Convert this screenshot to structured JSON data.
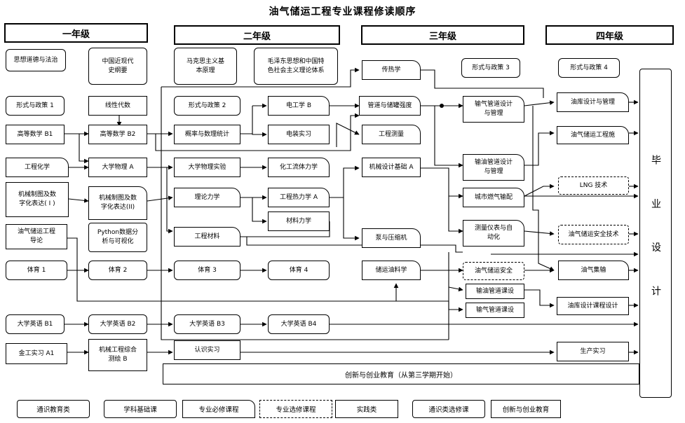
{
  "title": "油气储运工程专业课程修读顺序",
  "years": [
    "一年级",
    "二年级",
    "三年级",
    "四年级"
  ],
  "courses": {
    "y1_law": "思想道德与法治",
    "y1_history": "中国近现代\n史纲要",
    "y1_policy1": "形式与政策 1",
    "y1_linalg": "线性代数",
    "y1_math_b1": "高等数学 B1",
    "y1_math_b2": "高等数学 B2",
    "y1_chem": "工程化学",
    "y1_physics_a": "大学物理 A",
    "y1_draw1": "机械制图及数\n字化表达( I )",
    "y1_draw2": "机械制图及数\n字化表达(II)",
    "y1_intro": "油气储运工程\n导论",
    "y1_python": "Python数据分\n析与可视化",
    "y1_pe1": "体育 1",
    "y1_pe2": "体育 2",
    "y1_eng_b1": "大学英语 B1",
    "y1_eng_b2": "大学英语 B2",
    "y1_metal_a1": "金工实习 A1",
    "y1_mech_b": "机械工程综合\n测绘 B",
    "y2_marx": "马克思主义基\n本原理",
    "y2_mao": "毛泽东思想和中国特\n色社会主义理论体系",
    "y2_policy2": "形式与政策 2",
    "y2_prob": "概率与数理统计",
    "y2_phys_lab": "大学物理实验",
    "y2_theo_mech": "理论力学",
    "y2_eng_mat": "工程材料",
    "y2_pe3": "体育 3",
    "y2_pe4": "体育 4",
    "y2_elec_b": "电工学 B",
    "y2_elec_prac": "电装实习",
    "y2_fluid": "化工流体力学",
    "y2_thermo_a": "工程热力学 A",
    "y2_mat_mech": "材料力学",
    "y2_eng_b3": "大学英语 B3",
    "y2_eng_b4": "大学英语 B4",
    "y2_cognition": "认识实习",
    "y3_heat": "传热学",
    "y3_policy3": "形式与政策 3",
    "y3_pipe_strength": "管道与储罐强度",
    "y3_survey": "工程测量",
    "y3_mech_design": "机械设计基础 A",
    "y3_pump": "泵与压缩机",
    "y3_oil_storage": "储运油料学",
    "y3_gas_pipe": "输气管道设计\n与管理",
    "y3_oil_pipe": "输油管道设计\n与管理",
    "y3_city_gas": "城市燃气输配",
    "y3_instrument": "测量仪表与自\n动化",
    "y3_safety": "油气储运安全",
    "y3_oil_course": "输油管道课设",
    "y3_gas_course": "输气管道课设",
    "y4_policy4": "形式与政策 4",
    "y4_depot": "油库设计与管理",
    "y4_construct": "油气储运工程施",
    "y4_lng": "LNG 技术",
    "y4_safety_tech": "油气储运安全技术",
    "y4_gather": "油气集输",
    "y4_depot_course": "油库设计课程设计",
    "y4_production": "生产实习"
  },
  "thesis": "毕 业 设 计",
  "innovation": "创新与创业教育（从第三学期开始）",
  "legend": [
    "通识教育类",
    "学科基础课",
    "专业必修课程",
    "专业选修课程",
    "实践类",
    "通识类选修课",
    "创新与创业教育"
  ]
}
